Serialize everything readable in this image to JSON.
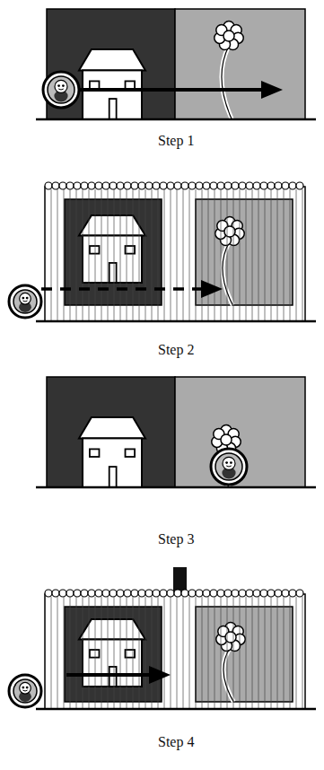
{
  "diagram": {
    "labels": [
      "Step 1",
      "Step 2",
      "Step 3",
      "Step 4"
    ]
  }
}
